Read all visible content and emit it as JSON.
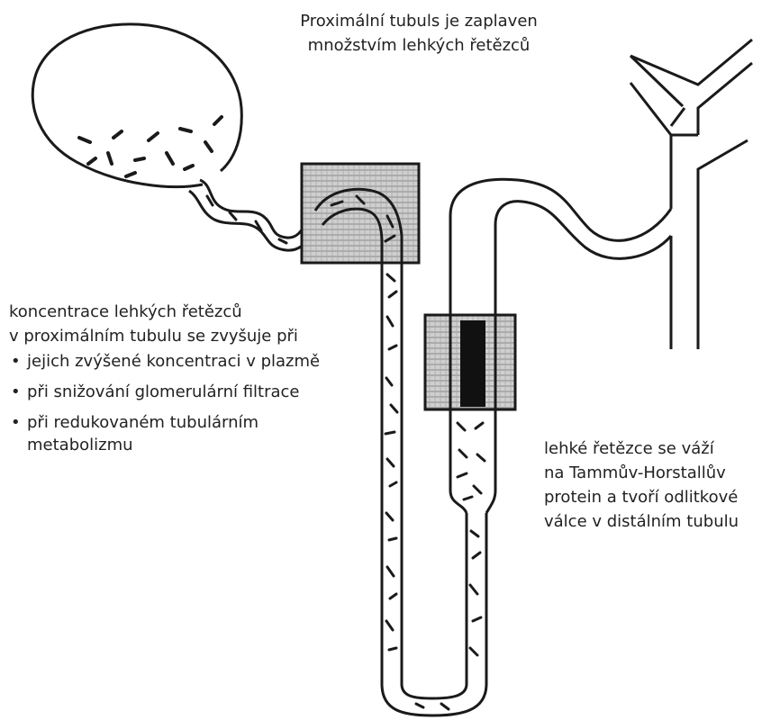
{
  "labels": {
    "top": {
      "line1": "Proximální tubuls je zaplaven",
      "line2": "množstvím lehkých řetězců"
    },
    "left": {
      "line1": "koncentrace lehkých řetězců",
      "line2": "v proximálním tubulu se zvyšuje při",
      "bullets": [
        "jejich zvýšené koncentraci v plazmě",
        "při snižování glomerulární filtrace",
        "při redukovaném tubulárním metabolizmu"
      ]
    },
    "right": {
      "line1": "lehké řetězce se váží",
      "line2": "na Tammův-Horstallův",
      "line3": "protein a tvoří odlitkové",
      "line4": "válce v distálním tubulu"
    }
  },
  "colors": {
    "ink": "#1a1a1a",
    "box_fill": "#c9c9c9",
    "background": "#ffffff"
  }
}
